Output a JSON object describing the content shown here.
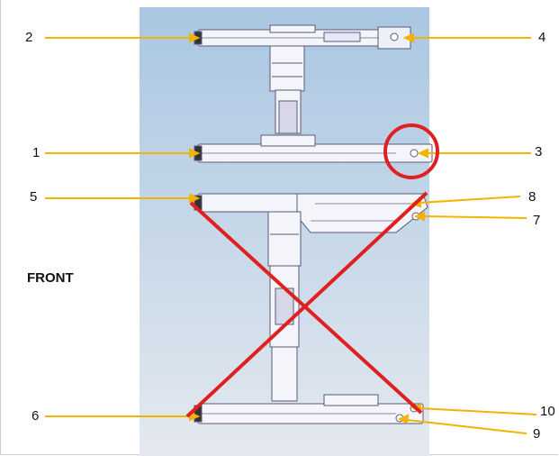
{
  "figure": {
    "side_label": "FRONT",
    "callouts": [
      {
        "id": "callout-2",
        "label": "2"
      },
      {
        "id": "callout-4",
        "label": "4"
      },
      {
        "id": "callout-1",
        "label": "1"
      },
      {
        "id": "callout-3",
        "label": "3"
      },
      {
        "id": "callout-5",
        "label": "5"
      },
      {
        "id": "callout-8",
        "label": "8"
      },
      {
        "id": "callout-7",
        "label": "7"
      },
      {
        "id": "callout-6",
        "label": "6"
      },
      {
        "id": "callout-10",
        "label": "10"
      },
      {
        "id": "callout-9",
        "label": "9"
      }
    ],
    "colors": {
      "callout_line": "#f2b400",
      "mark": "#e02020",
      "background_top": "#a9c6e2",
      "background_bottom": "#e4e9ef",
      "part_fill": "#f4f4fb",
      "part_stroke": "#5a5a7a"
    },
    "marks": {
      "circle": "highlight around point 3",
      "cross": "red X over lower assembly (points 5-10)"
    }
  }
}
